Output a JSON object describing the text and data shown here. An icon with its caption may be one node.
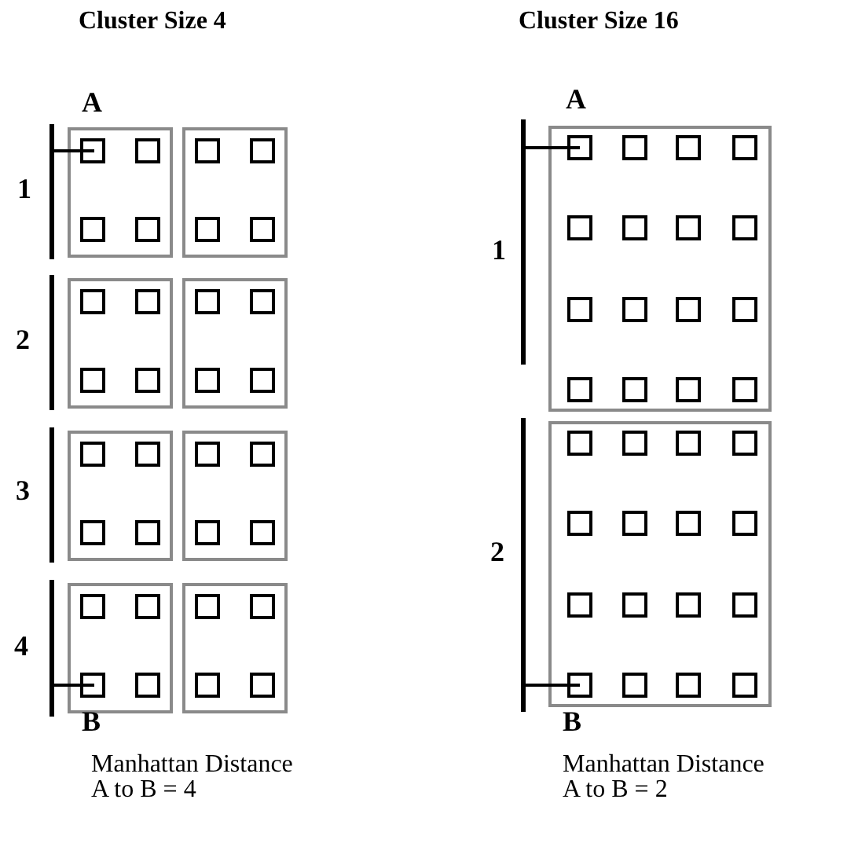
{
  "diagram": {
    "nodes": [
      {
        "text": [],
        "shape": "box"
      },
      {
        "text": [],
        "shape": "box",
        "in": 0
      },
      {
        "text": [],
        "shape": "box",
        "in": 0
      },
      {
        "text": [],
        "shape": "box",
        "in": 0
      },
      {
        "text": [],
        "shape": "box",
        "in": 0
      },
      {
        "text": [],
        "shape": "box"
      },
      {
        "text": [],
        "shape": "box",
        "in": 5
      },
      {
        "text": [],
        "shape": "box",
        "in": 5
      },
      {
        "text": [],
        "shape": "box",
        "in": 5
      },
      {
        "text": [],
        "shape": "box",
        "in": 5
      },
      {
        "text": [],
        "shape": "box"
      },
      {
        "text": [],
        "shape": "box",
        "in": 10
      },
      {
        "text": [],
        "shape": "box",
        "in": 10
      },
      {
        "text": [],
        "shape": "box",
        "in": 10
      },
      {
        "text": [],
        "shape": "box",
        "in": 10
      },
      {
        "text": [],
        "shape": "box"
      },
      {
        "text": [],
        "shape": "box",
        "in": 15
      },
      {
        "text": [],
        "shape": "box",
        "in": 15
      },
      {
        "text": [],
        "shape": "box",
        "in": 15
      },
      {
        "text": [],
        "shape": "box",
        "in": 15
      },
      {
        "text": [],
        "shape": "box"
      },
      {
        "text": [],
        "shape": "box",
        "in": 20
      },
      {
        "text": [],
        "shape": "box",
        "in": 20
      },
      {
        "text": [],
        "shape": "box",
        "in": 20
      },
      {
        "text": [],
        "shape": "box",
        "in": 20
      },
      {
        "text": [],
        "shape": "box"
      },
      {
        "text": [],
        "shape": "box",
        "in": 25
      },
      {
        "text": [],
        "shape": "box",
        "in": 25
      },
      {
        "text": [],
        "shape": "box",
        "in": 25
      },
      {
        "text": [],
        "shape": "box",
        "in": 25
      },
      {
        "text": [],
        "shape": "box"
      },
      {
        "text": [],
        "shape": "box",
        "in": 30
      },
      {
        "text": [],
        "shape": "box",
        "in": 30
      },
      {
        "text": [],
        "shape": "box",
        "in": 30
      },
      {
        "text": [],
        "shape": "box",
        "in": 30
      },
      {
        "text": [],
        "shape": "box"
      },
      {
        "text": [],
        "shape": "box",
        "in": 35
      },
      {
        "text": [],
        "shape": "box",
        "in": 35
      },
      {
        "text": [],
        "shape": "box",
        "in": 35
      },
      {
        "text": [],
        "shape": "box",
        "in": 35
      },
      {
        "text": [],
        "shape": "box"
      },
      {
        "text": [],
        "shape": "box",
        "in": 40
      },
      {
        "text": [],
        "shape": "box",
        "in": 40
      },
      {
        "text": [],
        "shape": "box",
        "in": 40
      },
      {
        "text": [],
        "shape": "box",
        "in": 40
      },
      {
        "text": [],
        "shape": "box",
        "in": 40
      },
      {
        "text": [],
        "shape": "box",
        "in": 40
      },
      {
        "text": [],
        "shape": "box",
        "in": 40
      },
      {
        "text": [],
        "shape": "box",
        "in": 40
      },
      {
        "text": [],
        "shape": "box",
        "in": 40
      },
      {
        "text": [],
        "shape": "box",
        "in": 40
      },
      {
        "text": [],
        "shape": "box",
        "in": 40
      },
      {
        "text": [],
        "shape": "box",
        "in": 40
      },
      {
        "text": [],
        "shape": "box",
        "in": 40
      },
      {
        "text": [],
        "shape": "box",
        "in": 40
      },
      {
        "text": [],
        "shape": "box",
        "in": 40
      },
      {
        "text": [],
        "shape": "box",
        "in": 40
      },
      {
        "text": [],
        "shape": "box"
      },
      {
        "text": [],
        "shape": "box",
        "in": 57
      },
      {
        "text": [],
        "shape": "box",
        "in": 57
      },
      {
        "text": [],
        "shape": "box",
        "in": 57
      },
      {
        "text": [],
        "shape": "box",
        "in": 57
      },
      {
        "text": [],
        "shape": "box",
        "in": 57
      },
      {
        "text": [],
        "shape": "box",
        "in": 57
      },
      {
        "text": [],
        "shape": "box",
        "in": 57
      },
      {
        "text": [],
        "shape": "box",
        "in": 57
      },
      {
        "text": [],
        "shape": "box",
        "in": 57
      },
      {
        "text": [],
        "shape": "box",
        "in": 57
      },
      {
        "text": [],
        "shape": "box",
        "in": 57
      },
      {
        "text": [],
        "shape": "box",
        "in": 57
      },
      {
        "text": [],
        "shape": "box",
        "in": 57
      },
      {
        "text": [],
        "shape": "box",
        "in": 57
      },
      {
        "text": [],
        "shape": "box",
        "in": 57
      },
      {
        "text": [],
        "shape": "box",
        "in": 57
      }
    ],
    "labels": [
      "Cluster Size 4",
      "Cluster Size 16",
      "A",
      "A",
      "1",
      "1",
      "2",
      "3",
      "2",
      "4",
      "B",
      "B",
      "Manhattan Distance A to B = 4",
      "Manhattan Distance A to B = 2"
    ]
  }
}
